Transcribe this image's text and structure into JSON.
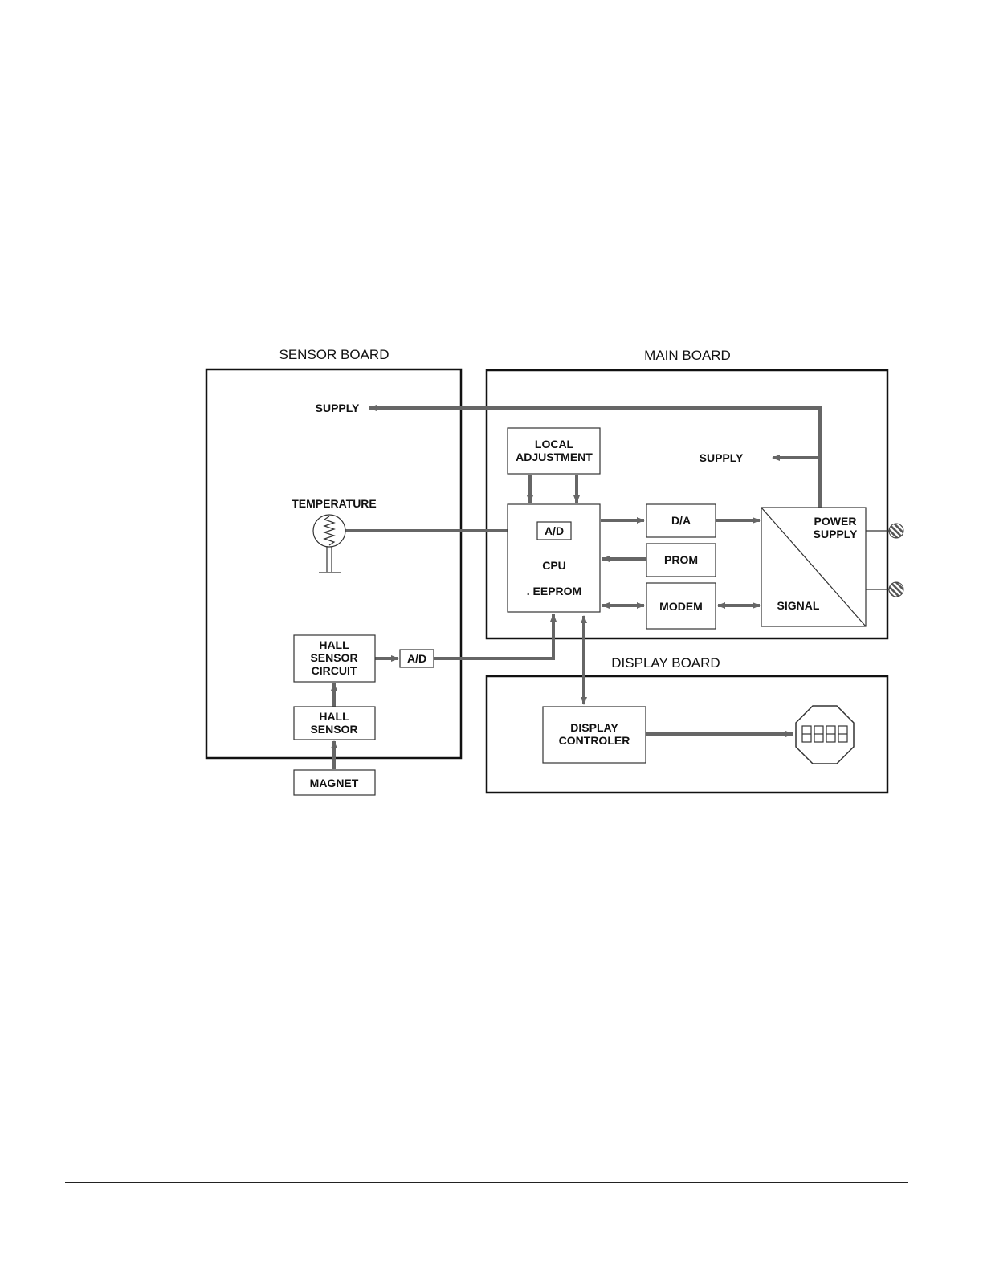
{
  "sections": {
    "sensor_board": "SENSOR BOARD",
    "main_board": "MAIN BOARD",
    "display_board": "DISPLAY BOARD"
  },
  "sensor_board": {
    "supply": "SUPPLY",
    "temperature": "TEMPERATURE",
    "hall_sensor_circuit": [
      "HALL",
      "SENSOR",
      "CIRCUIT"
    ],
    "adc": "A/D",
    "hall_sensor": [
      "HALL",
      "SENSOR"
    ],
    "magnet": "MAGNET"
  },
  "main_board": {
    "local_adjustment": [
      "LOCAL",
      "ADJUSTMENT"
    ],
    "supply": "SUPPLY",
    "adc": "A/D",
    "cpu": "CPU",
    "eeprom": ". EEPROM",
    "da": "D/A",
    "prom": "PROM",
    "modem": "MODEM",
    "power_supply": [
      "POWER",
      "SUPPLY"
    ],
    "signal": "SIGNAL"
  },
  "display_board": {
    "display_controller": [
      "DISPLAY",
      "CONTROLER"
    ]
  },
  "colors": {
    "line": "#111111",
    "arrow": "#666666"
  }
}
